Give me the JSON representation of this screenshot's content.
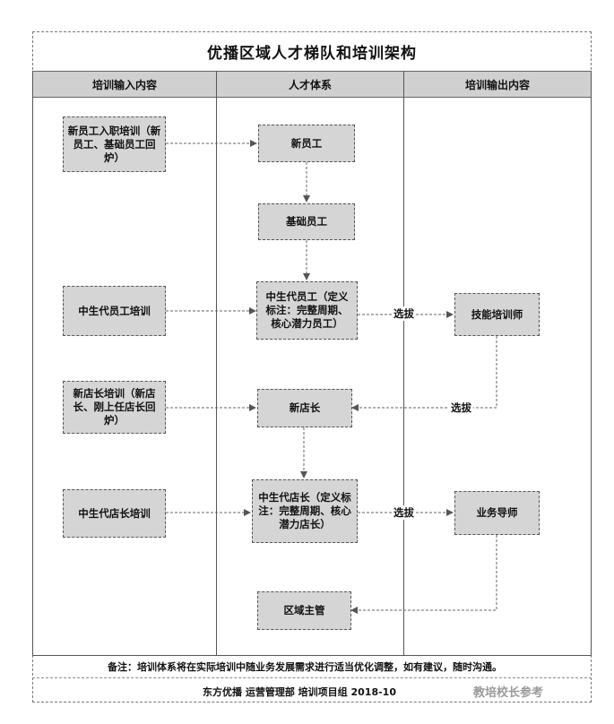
{
  "title": "优播区域人才梯队和培训架构",
  "headers": {
    "input": "培训输入内容",
    "system": "人才体系",
    "output": "培训输出内容"
  },
  "inputs": {
    "new_employee_training": "新员工入职培训（新员工、基础员工回炉）",
    "mid_staff_training": "中生代员工培训",
    "new_manager_training": "新店长培训（新店长、刚上任店长回炉）",
    "mid_manager_training": "中生代店长培训"
  },
  "system": {
    "new_employee": "新员工",
    "basic_employee": "基础员工",
    "mid_employee": "中生代员工（定义标注：完整周期、核心潜力员工）",
    "new_manager": "新店长",
    "mid_manager": "中生代店长（定义标注：完整周期、核心潜力店长）",
    "regional_manager": "区域主管"
  },
  "outputs": {
    "skill_trainer": "技能培训师",
    "business_mentor": "业务导师"
  },
  "edge_labels": {
    "select_1": "选拔",
    "select_2": "选拔",
    "select_3": "选拔"
  },
  "note": "备注：培训体系将在实际培训中随业务发展需求进行适当优化调整，如有建议，随时沟通。",
  "footer": "东方优播 运营管理部 培训项目组 2018-10",
  "watermark": "教培校长参考"
}
